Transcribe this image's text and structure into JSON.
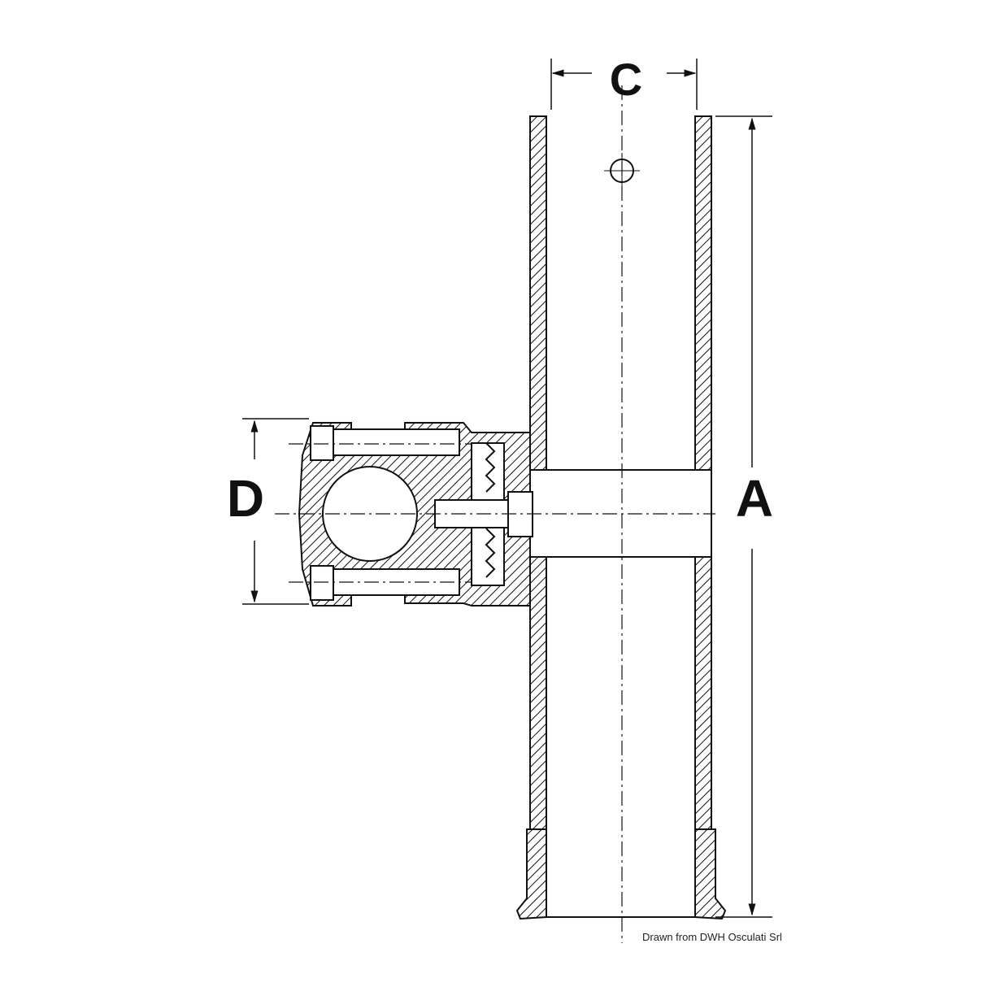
{
  "labels": {
    "c": "C",
    "a": "A",
    "d": "D"
  },
  "credit": "Drawn from DWH Osculati Srl",
  "colors": {
    "line": "#111111",
    "background": "#ffffff"
  }
}
